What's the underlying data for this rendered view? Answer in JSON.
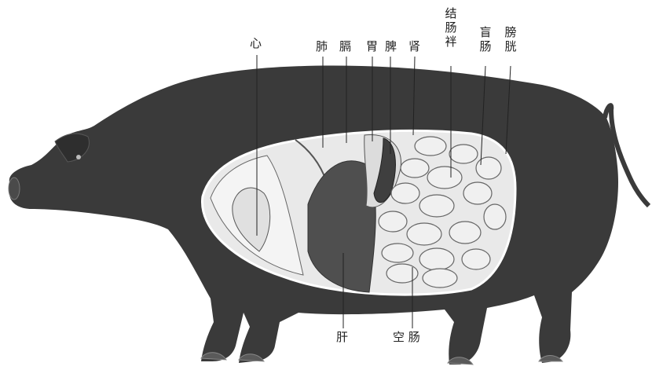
{
  "labels": {
    "heart": "心",
    "lung": "肺",
    "diaphragm": "膈",
    "stomach": "胃",
    "spleen": "脾",
    "kidney": "肾",
    "mesocolon": "结肠袢",
    "cecum": "盲肠",
    "bladder": "膀胱",
    "liver": "肝",
    "jejunum": "空 肠"
  }
}
